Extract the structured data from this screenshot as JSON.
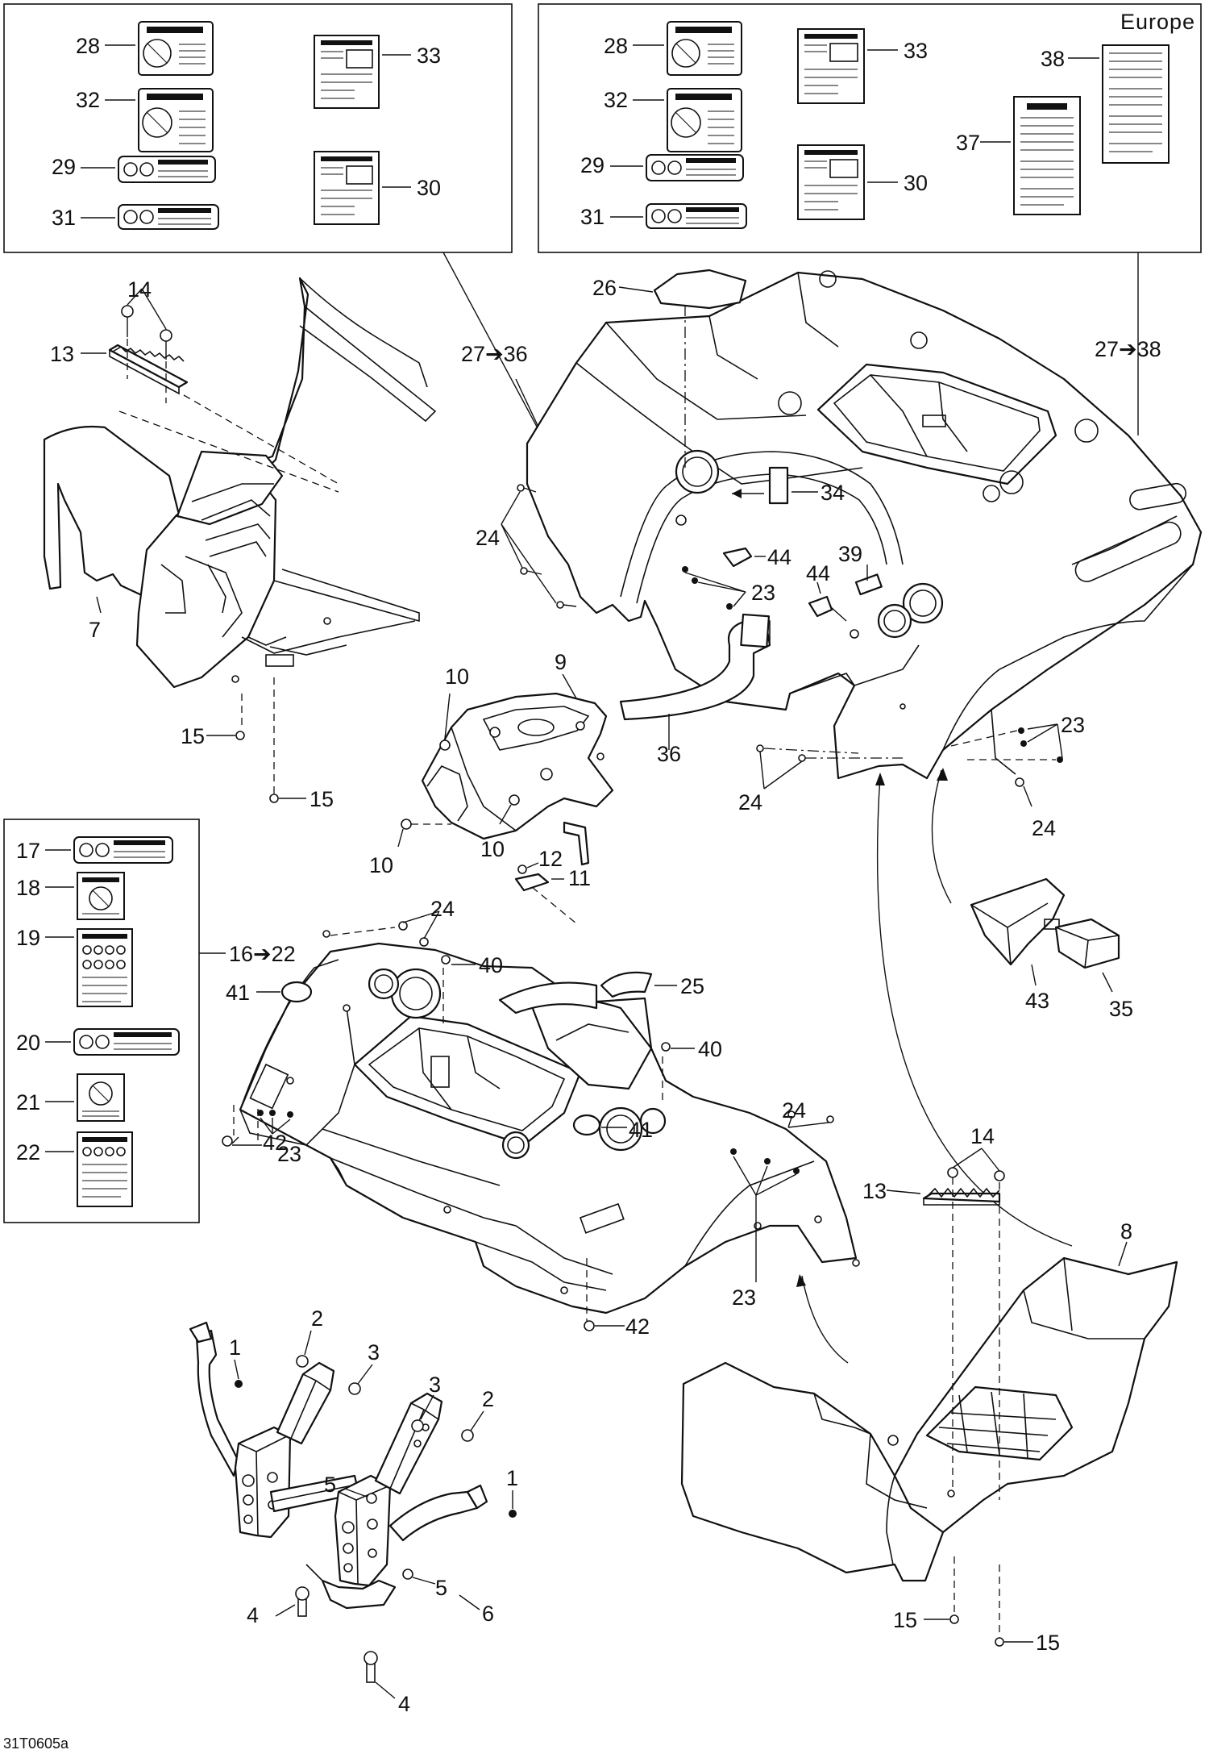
{
  "diagram": {
    "region_label": "Europe",
    "figure_code": "31T0605a",
    "callouts": {
      "c1a": "1",
      "c1b": "1",
      "c2a": "2",
      "c2b": "2",
      "c3a": "3",
      "c3b": "3",
      "c4a": "4",
      "c4b": "4",
      "c5a": "5",
      "c5b": "5",
      "c6": "6",
      "c7": "7",
      "c8": "8",
      "c9": "9",
      "c10a": "10",
      "c10b": "10",
      "c10c": "10",
      "c11": "11",
      "c12": "12",
      "c13a": "13",
      "c13b": "13",
      "c14a": "14",
      "c14b": "14",
      "c15a": "15",
      "c15b": "15",
      "c15c": "15",
      "c15d": "15",
      "c16_22": "16➔22",
      "c17": "17",
      "c18": "18",
      "c19": "19",
      "c20": "20",
      "c21": "21",
      "c22": "22",
      "c23a": "23",
      "c23b": "23",
      "c23c": "23",
      "c23d": "23",
      "c24a": "24",
      "c24b": "24",
      "c24c": "24",
      "c24d": "24",
      "c24e": "24",
      "c25": "25",
      "c26": "26",
      "c27_36": "27➔36",
      "c27_38": "27➔38",
      "c28a": "28",
      "c28b": "28",
      "c29a": "29",
      "c29b": "29",
      "c30a": "30",
      "c30b": "30",
      "c31a": "31",
      "c31b": "31",
      "c32a": "32",
      "c32b": "32",
      "c33a": "33",
      "c33b": "33",
      "c34": "34",
      "c35": "35",
      "c36": "36",
      "c37": "37",
      "c38": "38",
      "c39": "39",
      "c40a": "40",
      "c40b": "40",
      "c41a": "41",
      "c41b": "41",
      "c42a": "42",
      "c42b": "42",
      "c43": "43",
      "c44a": "44",
      "c44b": "44"
    }
  }
}
